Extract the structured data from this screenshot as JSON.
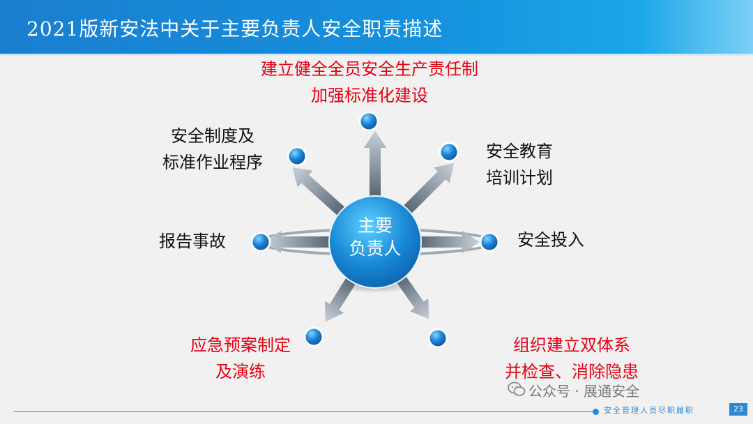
{
  "title": "2021版新安法中关于主要负责人安全职责描述",
  "center": {
    "line1": "主要",
    "line2": "负责人"
  },
  "nodes": {
    "top": {
      "line1": "建立健全全员安全生产责任制",
      "line2": "加强标准化建设"
    },
    "top_left": {
      "line1": "安全制度及",
      "line2": "标准作业程序"
    },
    "top_right": {
      "line1": "安全教育",
      "line2": "培训计划"
    },
    "left": {
      "line1": "报告事故"
    },
    "right": {
      "line1": "安全投入"
    },
    "bottom_left": {
      "line1": "应急预案制定",
      "line2": "及演练"
    },
    "bottom_right": {
      "line1": "组织建立双体系",
      "line2": "并检查、消除隐患"
    }
  },
  "watermark": "公众号 · 展通安全",
  "footer": {
    "text": "安全管理人员尽职履职",
    "page": "23"
  },
  "colors": {
    "title_bar": "#1a84d4",
    "highlight_text": "#e60012",
    "normal_text": "#111111",
    "hub": "#1583cf",
    "node_dot": "#1677d0",
    "arrow": "#7b8794"
  }
}
